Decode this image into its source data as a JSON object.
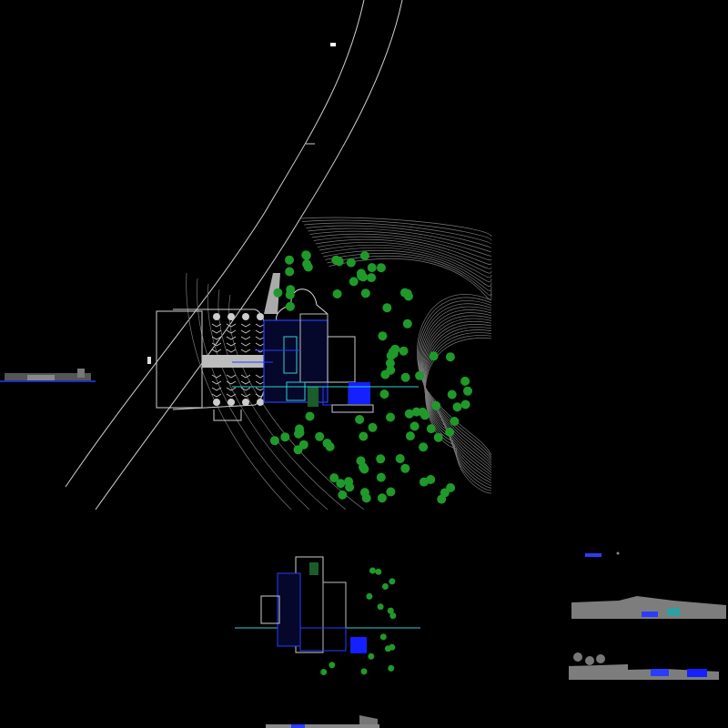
{
  "drawing": {
    "colors": {
      "background": "#000000",
      "linework": "#d0d0d0",
      "contours": "#8a8a8a",
      "trees": "#1f9a2a",
      "building": "#2a3cff",
      "pool": "#1420ff",
      "accent": "#2fd0d0",
      "elevation": "#8c8c8c"
    },
    "views": [
      "site-plan",
      "floor-plan",
      "elevation-left",
      "elevation-right-top",
      "elevation-right-bottom",
      "section-bottom"
    ]
  }
}
